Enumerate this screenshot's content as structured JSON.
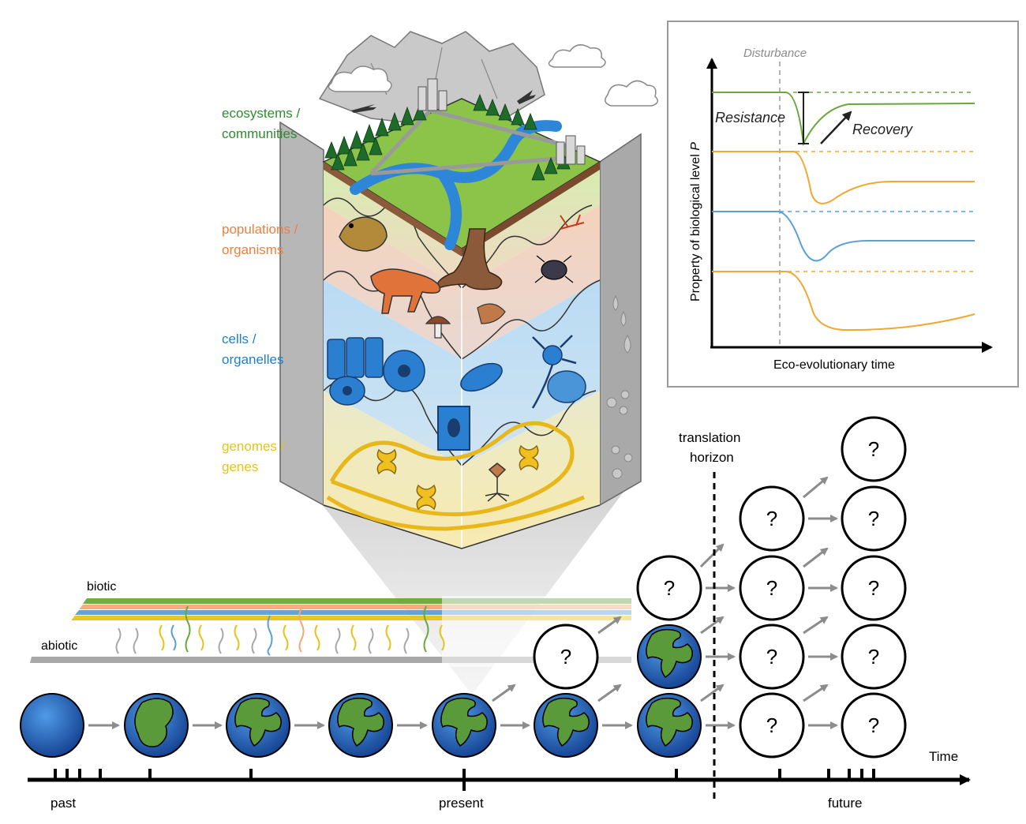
{
  "levels": {
    "ecosystems": {
      "line1": "ecosystems /",
      "line2": "communities",
      "color": "#2e8b2e"
    },
    "populations": {
      "line1": "populations /",
      "line2": "organisms",
      "color": "#f07f3c"
    },
    "cells": {
      "line1": "cells /",
      "line2": "organelles",
      "color": "#1f7fc8"
    },
    "genomes": {
      "line1": "genomes /",
      "line2": "genes",
      "color": "#e8c21a"
    }
  },
  "inset": {
    "disturbance_label": "Disturbance",
    "resistance_label": "Resistance",
    "recovery_label": "Recovery",
    "ylabel_main": "Property of biological level ",
    "ylabel_var": "P",
    "xlabel": "Eco-evolutionary time"
  },
  "streams": {
    "biotic_label": "biotic",
    "abiotic_label": "abiotic"
  },
  "timeline": {
    "past_label": "past",
    "present_label": "present",
    "future_label": "future",
    "time_label": "Time",
    "horizon_line1": "translation",
    "horizon_line2": "horizon"
  },
  "unknown_symbol": "?",
  "colors": {
    "green": "#6aa83a",
    "orange": "#f0a830",
    "blue": "#5aa0d8",
    "gray_arrow": "#8c8c8c",
    "earth_ocean": "#1f5fbf",
    "earth_land": "#5a9a3a"
  }
}
